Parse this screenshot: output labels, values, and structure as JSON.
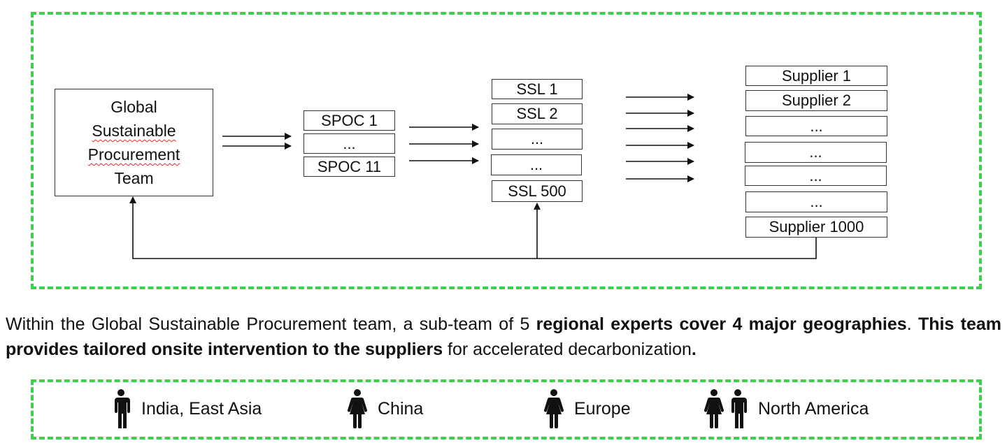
{
  "diagram": {
    "team": {
      "lines": [
        "Global",
        "Sustainable",
        "Procurement",
        "Team"
      ]
    },
    "spoc": [
      "SPOC 1",
      "...",
      "SPOC 11"
    ],
    "ssl": [
      "SSL 1",
      "SSL 2",
      "...",
      "...",
      "SSL 500"
    ],
    "suppliers": [
      "Supplier 1",
      "Supplier 2",
      "...",
      "...",
      "...",
      "...",
      "Supplier 1000"
    ]
  },
  "description": {
    "p1": "Within the Global Sustainable Procurement team,  a sub-team of 5 ",
    "b1": "regional experts cover 4 major geographies",
    "p2": ". ",
    "b2": "This team provides tailored onsite intervention to the suppliers",
    "p3": " for accelerated decarbonization",
    "b3": "."
  },
  "regions": [
    {
      "label": "India, East Asia",
      "icons": [
        "male-person-icon"
      ]
    },
    {
      "label": "China",
      "icons": [
        "female-person-icon"
      ]
    },
    {
      "label": "Europe",
      "icons": [
        "female-person-icon"
      ]
    },
    {
      "label": "North America",
      "icons": [
        "female-person-icon",
        "male-person-icon"
      ]
    }
  ],
  "colors": {
    "frame": "#3fcf4f",
    "line": "#111111",
    "spellcheck": "#e03030"
  }
}
